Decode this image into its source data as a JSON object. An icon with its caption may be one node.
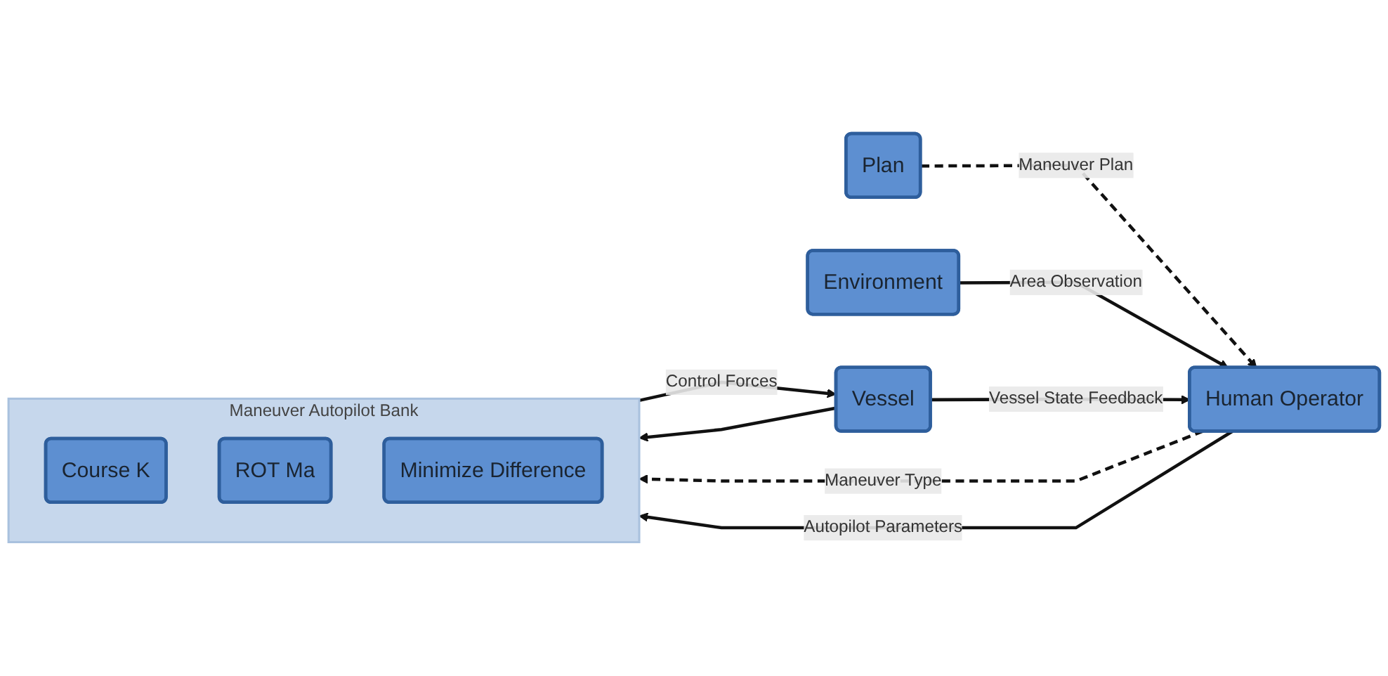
{
  "diagram": {
    "nodes": [
      {
        "text": [
          "Plan"
        ]
      },
      {
        "text": [
          "Human Operator"
        ]
      },
      {
        "text": [
          "Environment"
        ]
      },
      {
        "text": [
          "Maneuver Autopilot Bank"
        ]
      },
      {
        "text": [
          "Course K"
        ],
        "in": 3
      },
      {
        "text": [
          "ROT Ma"
        ],
        "in": 3
      },
      {
        "text": [
          "Minimize Difference"
        ],
        "in": 3
      },
      {
        "text": [
          "Vessel"
        ]
      }
    ],
    "edges": [
      {
        "from": 0,
        "to": 1,
        "arrow": "to",
        "label": "Maneuver Plan",
        "style": "dashed"
      },
      {
        "from": 2,
        "to": 1,
        "arrow": "to",
        "label": "Area Observation"
      },
      {
        "from": 7,
        "to": 1,
        "arrow": "to",
        "label": "Vessel State Feedback"
      },
      {
        "from": 1,
        "to": 3,
        "arrow": "to",
        "label": "Maneuver Type",
        "style": "dashed"
      },
      {
        "from": 1,
        "to": 3,
        "arrow": "to",
        "label": "Autopilot Parameters"
      },
      {
        "from": 7,
        "to": 3,
        "arrow": "to"
      },
      {
        "from": 3,
        "to": 7,
        "arrow": "to",
        "label": "Control Forces"
      }
    ]
  }
}
